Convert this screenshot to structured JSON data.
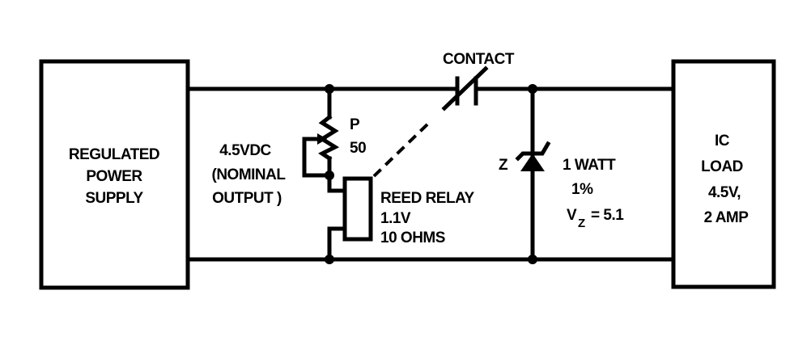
{
  "diagram": {
    "type": "circuit-schematic",
    "colors": {
      "ink": "#000000",
      "background": "#ffffff"
    },
    "power_supply": {
      "lines": [
        "REGULATED",
        "POWER",
        "SUPPLY"
      ]
    },
    "supply_output": {
      "lines": [
        "4.5VDC",
        "(NOMINAL",
        "OUTPUT )"
      ]
    },
    "potentiometer": {
      "name": "P",
      "value": "50"
    },
    "reed_relay": {
      "lines": [
        "REED RELAY",
        "1.1V",
        "10 OHMS"
      ]
    },
    "contact": {
      "label": "CONTACT"
    },
    "zener": {
      "name": "Z",
      "lines": [
        "1 WATT",
        "1%",
        "= 5.1"
      ],
      "vz_symbol": "V",
      "vz_subscript": "Z"
    },
    "load": {
      "lines": [
        "IC",
        "LOAD",
        "4.5V,",
        "2 AMP"
      ]
    }
  }
}
